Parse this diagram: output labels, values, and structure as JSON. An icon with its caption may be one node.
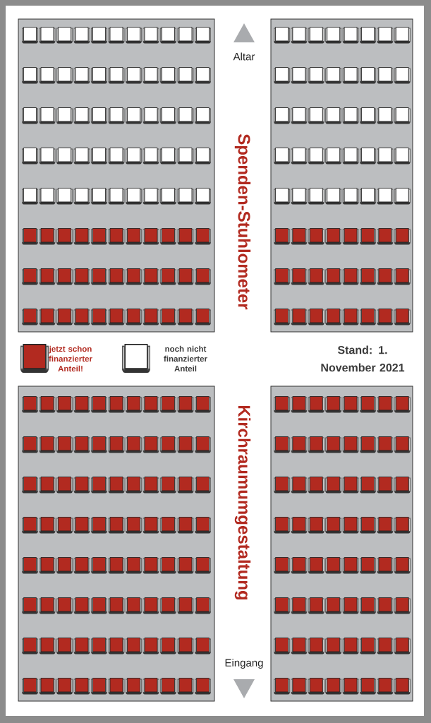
{
  "diagram": {
    "title": "Spenden-Stuhlometer",
    "labels": [
      "Altar",
      "Stand: 1. November 2021",
      "Kirchraumumgestaltung",
      "Eingang"
    ],
    "legend": [
      {
        "text": "jetzt schon finanzierter Anteil!"
      },
      {
        "text": "noch nicht finanzierter Anteil"
      }
    ]
  }
}
